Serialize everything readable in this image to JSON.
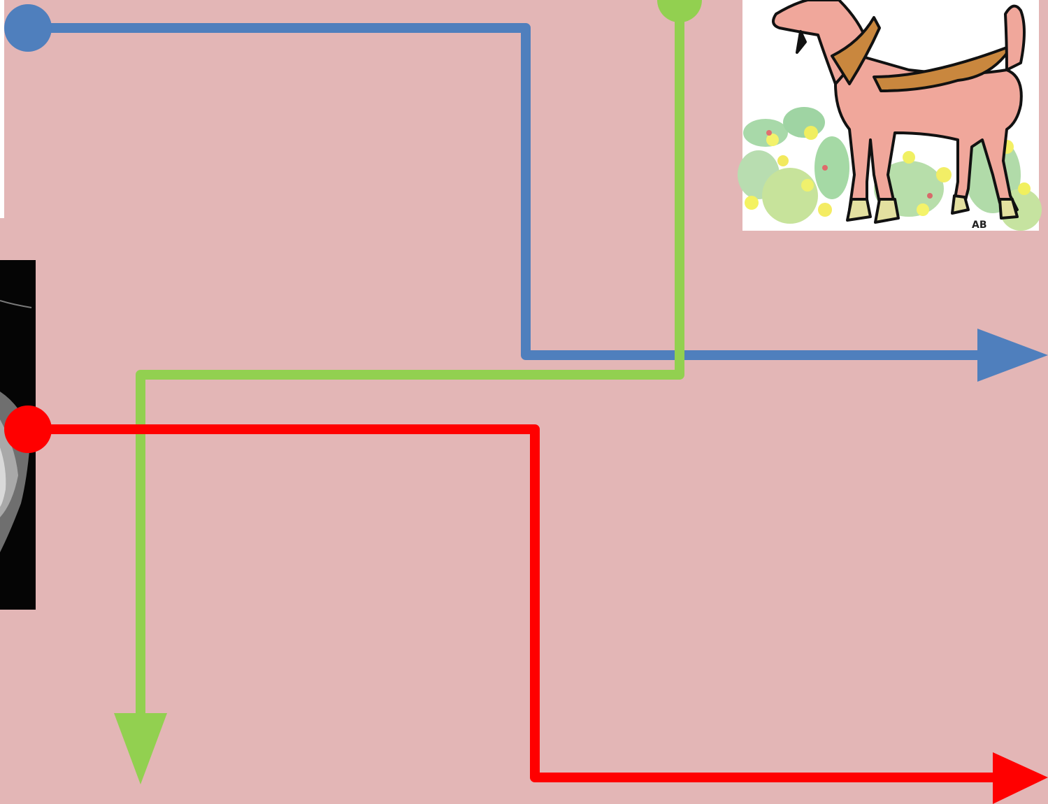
{
  "background": "#e3b6b6",
  "connectors": [
    {
      "name": "blue-connector",
      "color": "#4f7fbd"
    },
    {
      "name": "green-connector",
      "color": "#92d050"
    },
    {
      "name": "red-connector",
      "color": "#ff0000"
    }
  ],
  "images": [
    {
      "name": "goat-illustration",
      "description_icon": "goat-icon",
      "signature_text": "AB"
    },
    {
      "name": "grayscale-photo-partial",
      "description_icon": "photo-icon"
    },
    {
      "name": "white-panel-partial",
      "description_icon": "panel-icon"
    }
  ]
}
